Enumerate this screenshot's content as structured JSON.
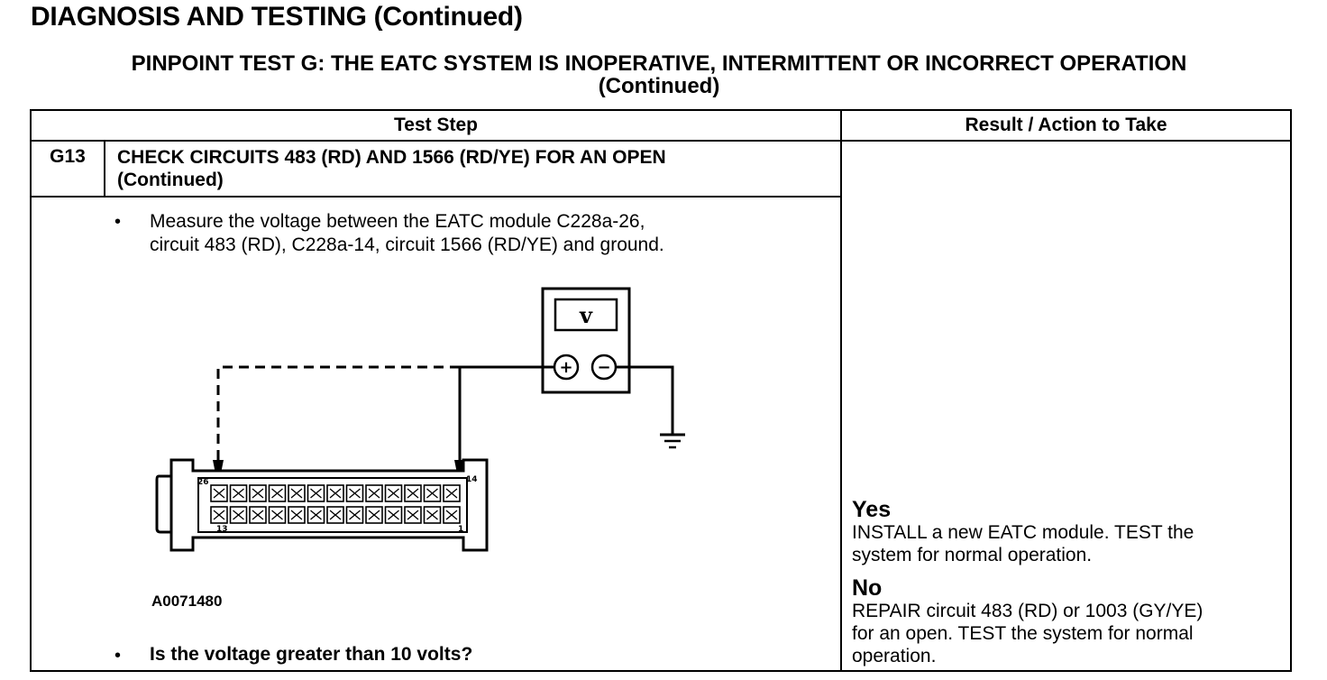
{
  "header": {
    "title": "DIAGNOSIS AND TESTING (Continued)",
    "subtitle_line1": "PINPOINT TEST  G: THE EATC SYSTEM IS INOPERATIVE, INTERMITTENT OR INCORRECT OPERATION",
    "subtitle_line2": "(Continued)"
  },
  "table": {
    "col_test_step": "Test Step",
    "col_result": "Result / Action to Take"
  },
  "step": {
    "id": "G13",
    "title_line1": "CHECK CIRCUITS 483 (RD) AND 1566 (RD/YE) FOR AN OPEN",
    "title_line2": "(Continued)",
    "bullet": "•",
    "instruction_line1": "Measure the voltage between the EATC module C228a-26,",
    "instruction_line2": "circuit 483 (RD), C228a-14, circuit 1566 (RD/YE) and ground.",
    "question": "Is the voltage greater than 10 volts?"
  },
  "diagram": {
    "meter_symbol": "v",
    "plus": "+",
    "minus": "−",
    "pin_26": "26",
    "pin_14": "14",
    "pin_13": "13",
    "pin_1": "1",
    "figure_id": "A0071480",
    "icons": [
      "voltmeter-icon",
      "ground-icon",
      "connector-icon"
    ]
  },
  "results": {
    "yes_label": "Yes",
    "yes_line1": "INSTALL a new EATC module. TEST the",
    "yes_line2": "system for normal operation.",
    "no_label": "No",
    "no_line1": "REPAIR circuit 483 (RD) or 1003 (GY/YE)",
    "no_line2": "for an open. TEST the system for normal",
    "no_line3": "operation."
  }
}
